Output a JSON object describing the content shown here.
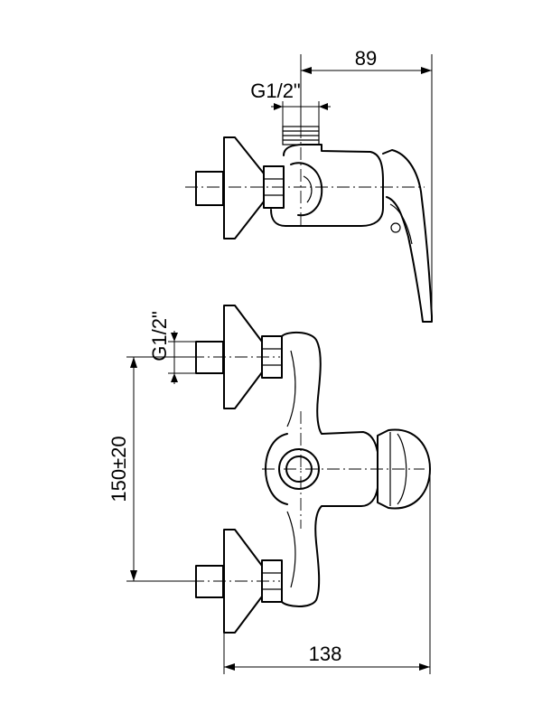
{
  "dimensions": {
    "side_width": "89",
    "side_thread": "G1/2\"",
    "front_thread": "G1/2\"",
    "front_height": "150±20",
    "front_width": "138"
  }
}
